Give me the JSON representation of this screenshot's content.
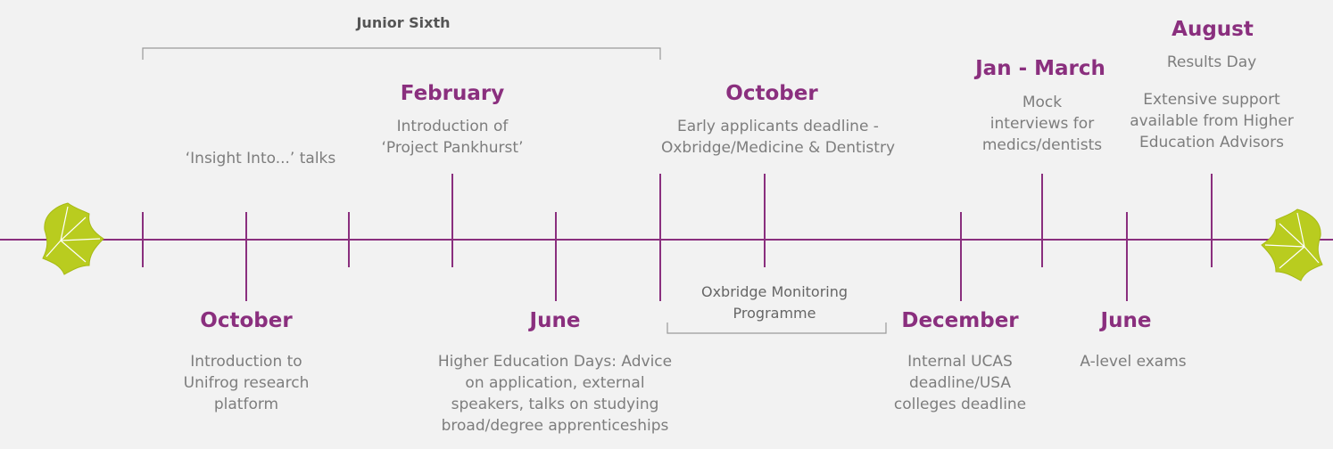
{
  "colors": {
    "line": "#8a2f7e",
    "leaf": "#b9cc1f",
    "leaf_vein": "#ffffff",
    "bracket": "#9a9a9a"
  },
  "junior_sixth": {
    "label": "Junior Sixth"
  },
  "oxbridge_monitoring": {
    "lines": [
      "Oxbridge Monitoring",
      "Programme"
    ]
  },
  "events_above": [
    {
      "id": "insight",
      "month": "",
      "lines": [
        "‘Insight Into...’ talks"
      ]
    },
    {
      "id": "feb",
      "month": "February",
      "lines": [
        "Introduction of",
        "‘Project Pankhurst’"
      ]
    },
    {
      "id": "oct2",
      "month": "October",
      "lines": [
        "Early applicants deadline -",
        "Oxbridge/Medicine & Dentistry"
      ]
    },
    {
      "id": "jan",
      "month": "Jan - March",
      "lines": [
        "Mock",
        "interviews for",
        "medics/dentists"
      ]
    },
    {
      "id": "aug",
      "month": "August",
      "lines": [
        "Results Day",
        "",
        "Extensive support",
        "available from Higher",
        "Education Advisors"
      ]
    }
  ],
  "events_below": [
    {
      "id": "oct1",
      "month": "October",
      "lines": [
        "Introduction to",
        "Unifrog research",
        "platform"
      ]
    },
    {
      "id": "jun1",
      "month": "June",
      "lines": [
        "Higher Education Days: Advice",
        "on application, external",
        "speakers, talks on studying",
        "broad/degree apprenticeships"
      ]
    },
    {
      "id": "dec",
      "month": "December",
      "lines": [
        "Internal UCAS",
        "deadline/USA",
        "colleges deadline"
      ]
    },
    {
      "id": "jun2",
      "month": "June",
      "lines": [
        "A-level exams"
      ]
    }
  ]
}
